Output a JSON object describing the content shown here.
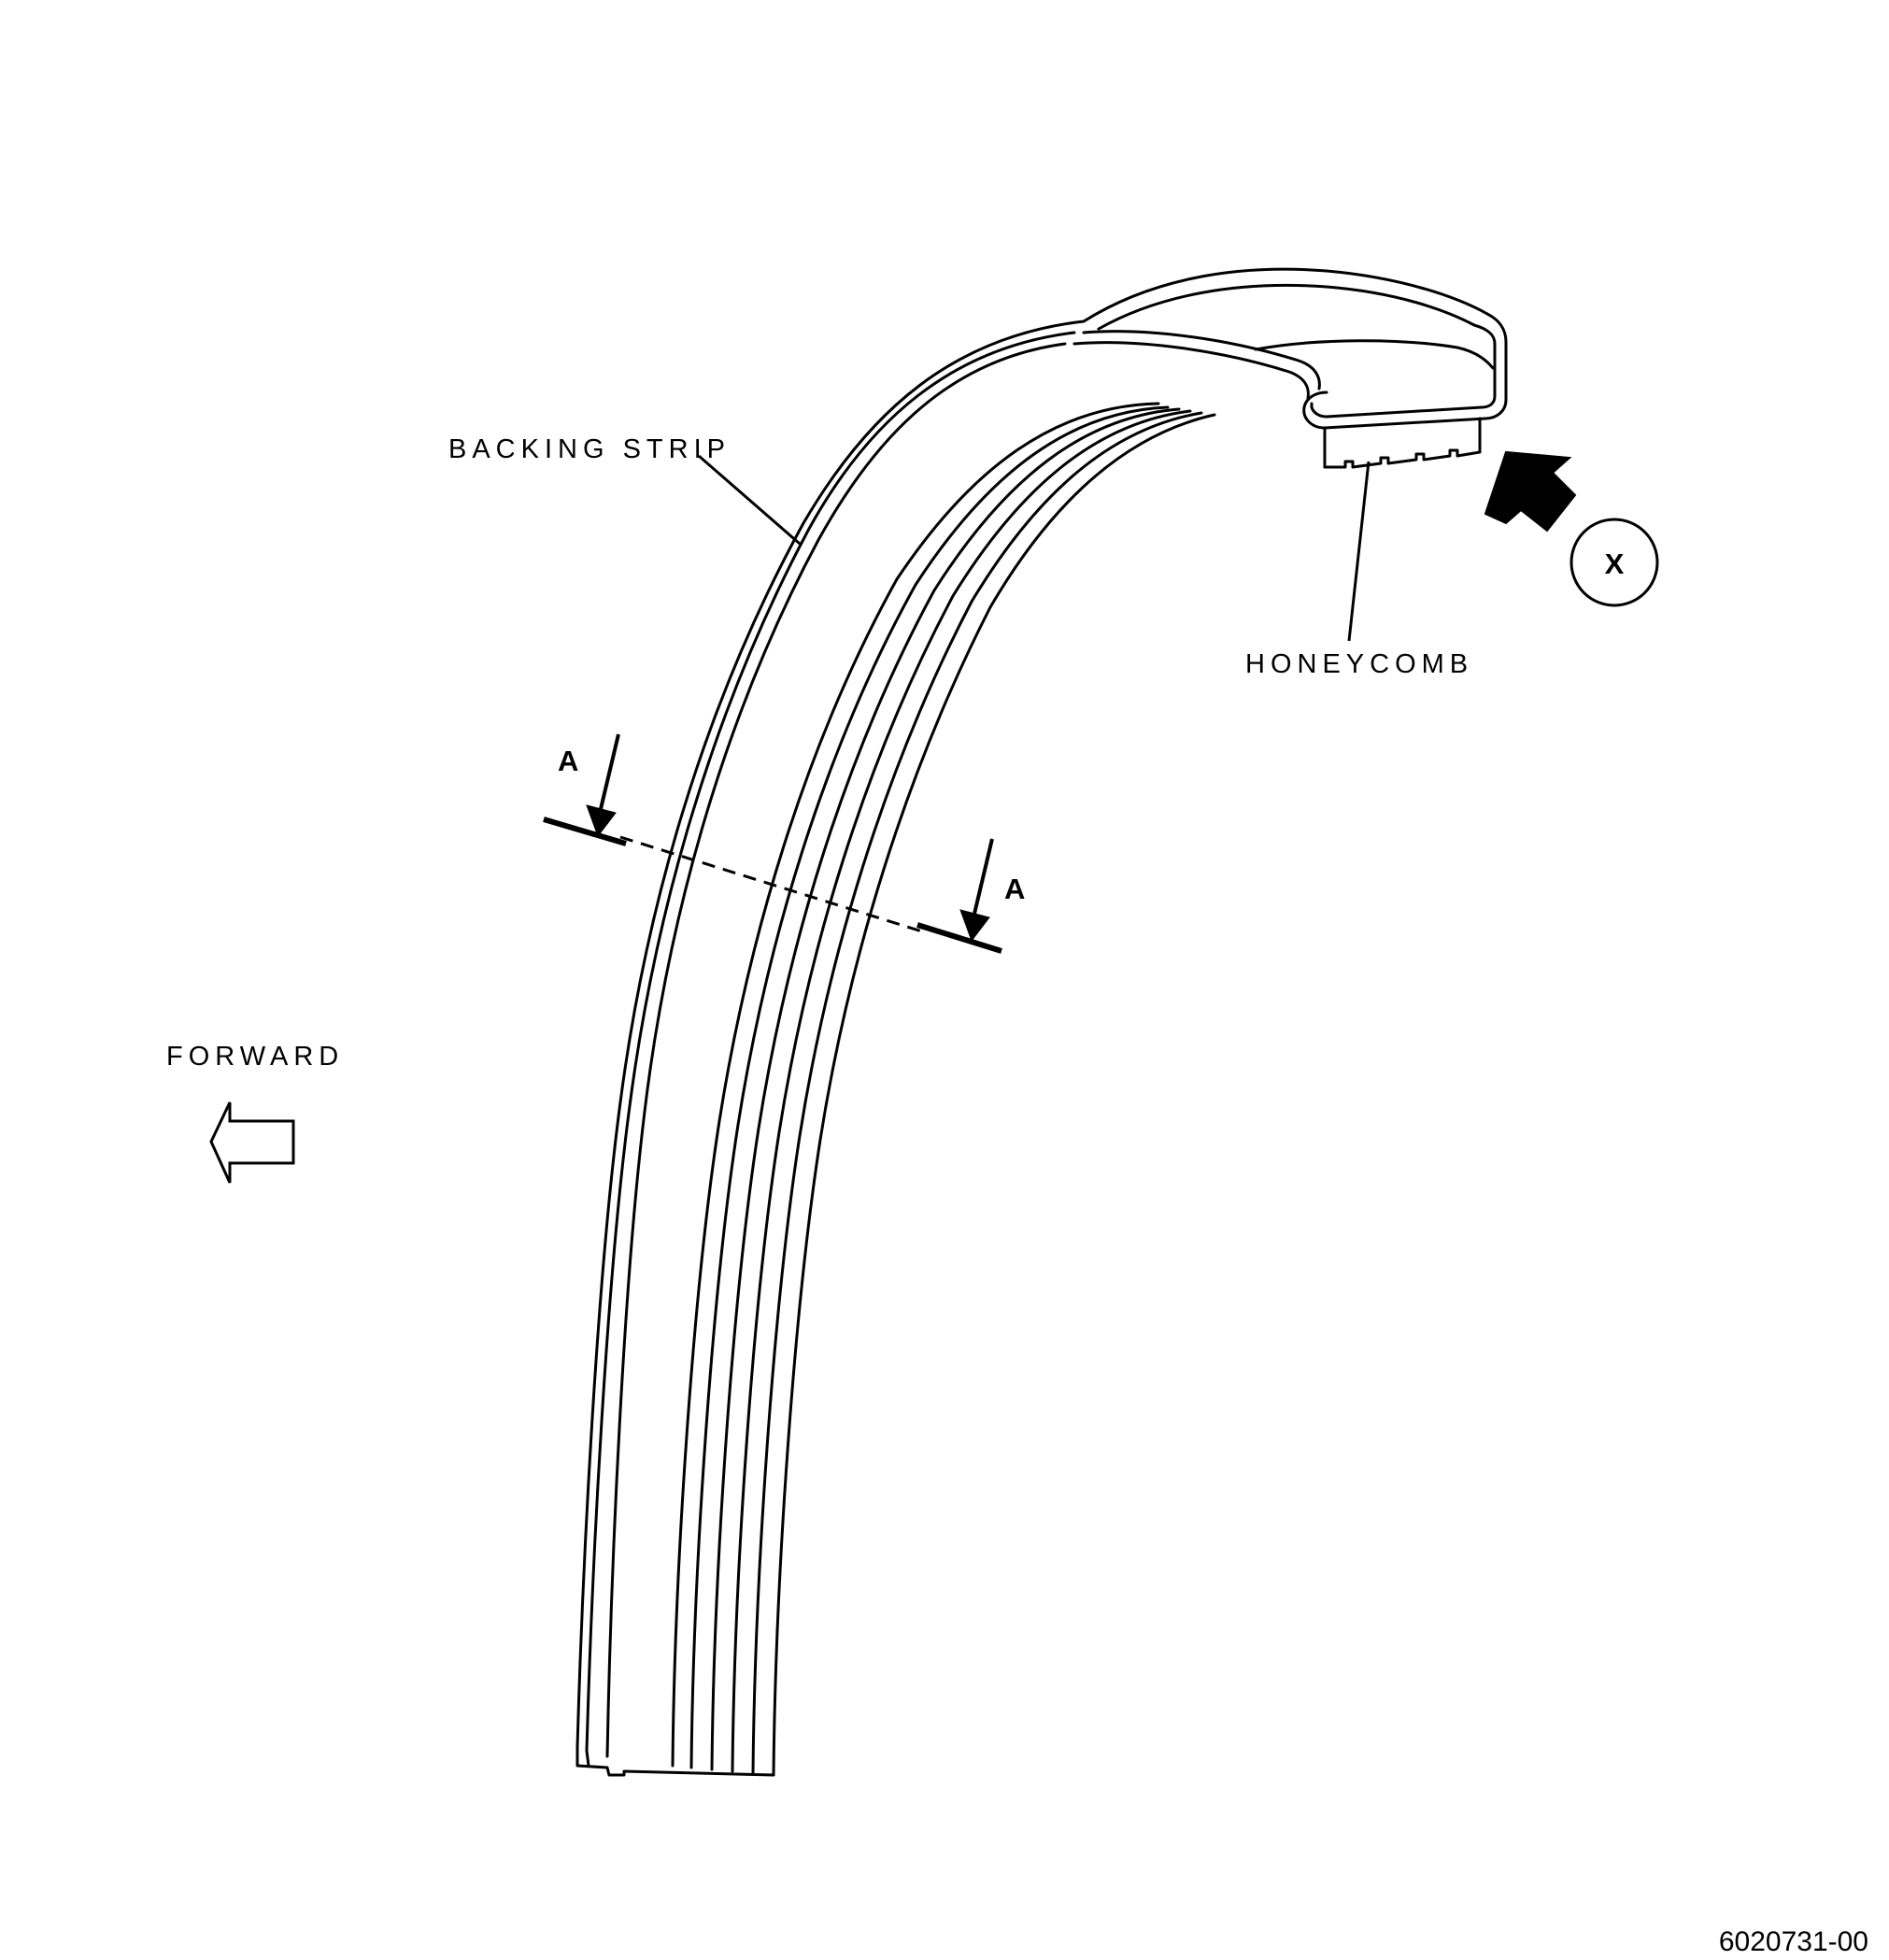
{
  "labels": {
    "backing_strip": "BACKING STRIP",
    "honeycomb": "HONEYCOMB",
    "forward": "FORWARD",
    "view_x": "X",
    "section_a_left": "A",
    "section_a_right": "A"
  },
  "figure_number": "6020731-00",
  "colors": {
    "line": "#000000",
    "background": "#ffffff"
  },
  "icons": {
    "forward_arrow": "hollow-left-arrow-icon",
    "view_arrow": "filled-arrow-icon"
  }
}
